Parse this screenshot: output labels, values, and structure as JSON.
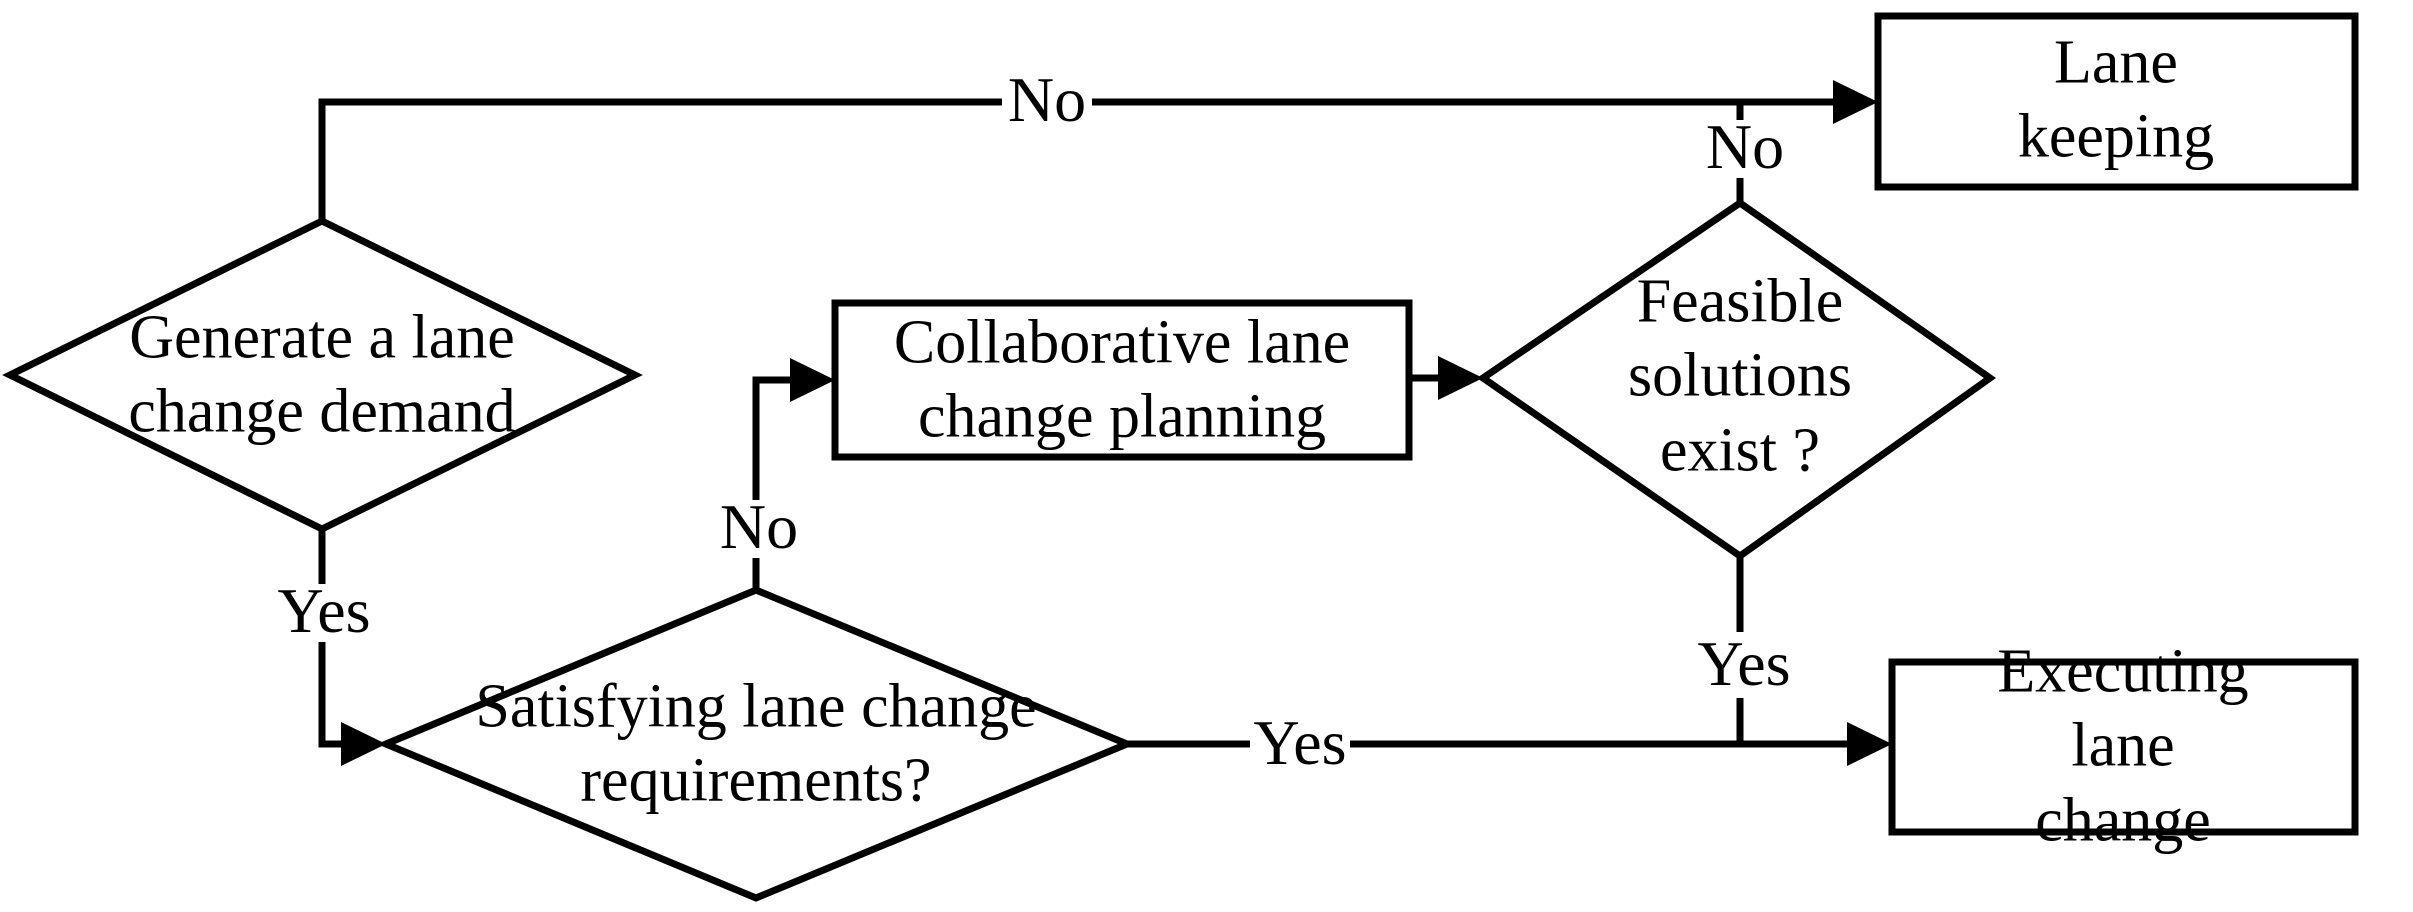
{
  "canvas": {
    "background_color": "#ffffff",
    "line_color": "#000000",
    "text_color": "#000000"
  },
  "nodes": {
    "generate_demand": {
      "shape": "diamond",
      "label": "Generate a lane\nchange demand"
    },
    "satisfying_requirements": {
      "shape": "diamond",
      "label": "Satisfying lane change\nrequirements?"
    },
    "collaborative_planning": {
      "shape": "rect",
      "label": "Collaborative lane\nchange planning"
    },
    "feasible_solutions": {
      "shape": "diamond",
      "label": "Feasible\nsolutions\nexist ?"
    },
    "lane_keeping": {
      "shape": "rect",
      "label": "Lane keeping"
    },
    "executing_lane_change": {
      "shape": "rect",
      "label": "Executing lane\nchange"
    }
  },
  "edge_labels": {
    "generate_no": "No",
    "generate_yes": "Yes",
    "satisfying_no": "No",
    "satisfying_yes": "Yes",
    "feasible_no": "No",
    "feasible_yes": "Yes"
  }
}
